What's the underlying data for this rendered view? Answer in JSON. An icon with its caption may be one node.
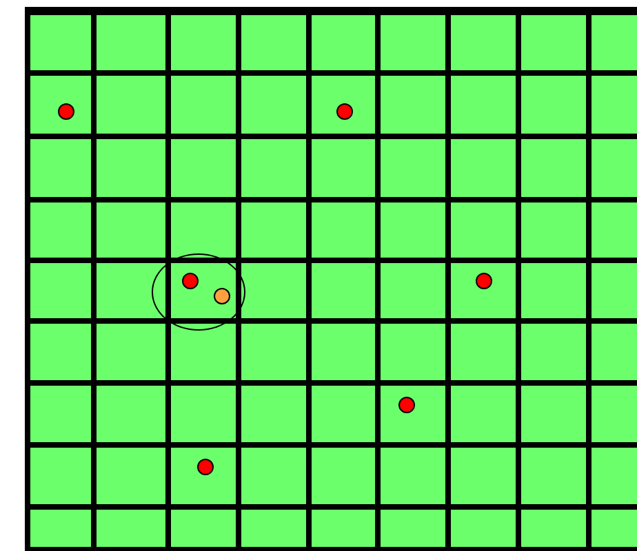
{
  "diagram": {
    "nodes": [
      {
        "text": [],
        "shape": "circle"
      },
      {
        "text": [],
        "shape": "circle"
      },
      {
        "text": [],
        "shape": "circle"
      },
      {
        "text": [],
        "shape": "circle",
        "in": 2
      },
      {
        "text": [],
        "shape": "circle",
        "in": 2
      },
      {
        "text": [],
        "shape": "circle"
      },
      {
        "text": [],
        "shape": "circle"
      },
      {
        "text": [],
        "shape": "circle"
      }
    ]
  }
}
